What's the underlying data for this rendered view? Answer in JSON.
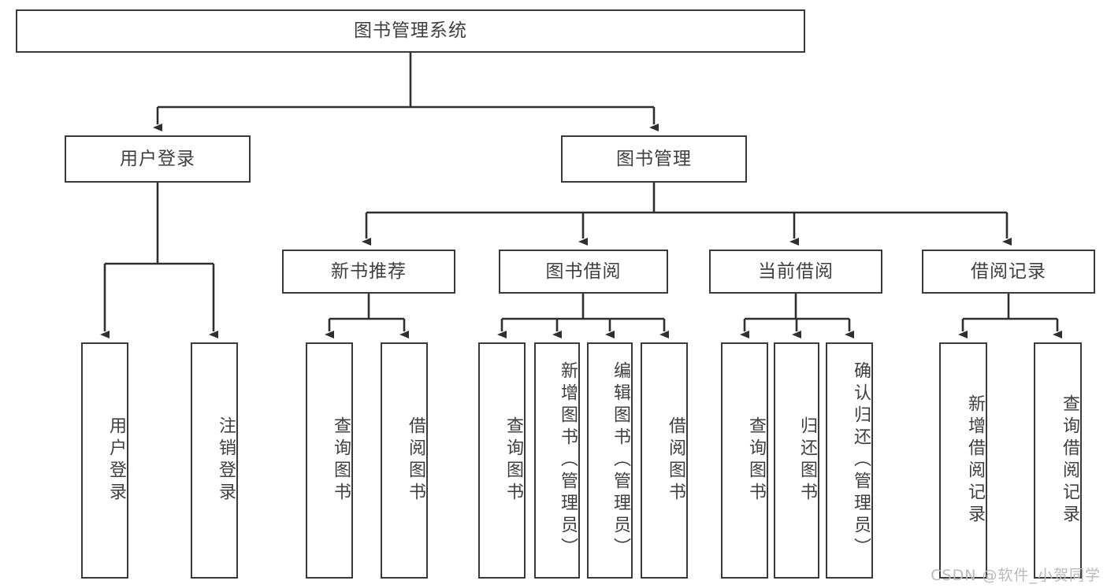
{
  "diagram": {
    "type": "tree",
    "title": "图书管理系统",
    "orientation": "top-down",
    "style": {
      "box_border": "#3a3a3a",
      "box_fill": "#ffffff",
      "text": "#3f3f3f",
      "edge": "#2f2f2f",
      "background": "#ffffff"
    }
  },
  "root": {
    "label": "图书管理系统"
  },
  "level2": [
    {
      "label": "用户登录"
    },
    {
      "label": "图书管理"
    }
  ],
  "level3": [
    {
      "label": "新书推荐"
    },
    {
      "label": "图书借阅"
    },
    {
      "label": "当前借阅"
    },
    {
      "label": "借阅记录"
    }
  ],
  "leaves": {
    "user_login": [
      {
        "label": "用户登录"
      },
      {
        "label": "注销登录"
      }
    ],
    "new_book_recommend": [
      {
        "label": "查询图书"
      },
      {
        "label": "借阅图书"
      }
    ],
    "book_borrow": [
      {
        "label": "查询图书"
      },
      {
        "label": "新增图书（管理员）"
      },
      {
        "label": "编辑图书（管理员）"
      },
      {
        "label": "借阅图书"
      }
    ],
    "current_borrow": [
      {
        "label": "查询图书"
      },
      {
        "label": "归还图书"
      },
      {
        "label": "确认归还（管理员）"
      }
    ],
    "borrow_record": [
      {
        "label": "新增借阅记录"
      },
      {
        "label": "查询借阅记录"
      }
    ]
  },
  "watermark": {
    "text": "CSDN @软件_小贺同学"
  }
}
